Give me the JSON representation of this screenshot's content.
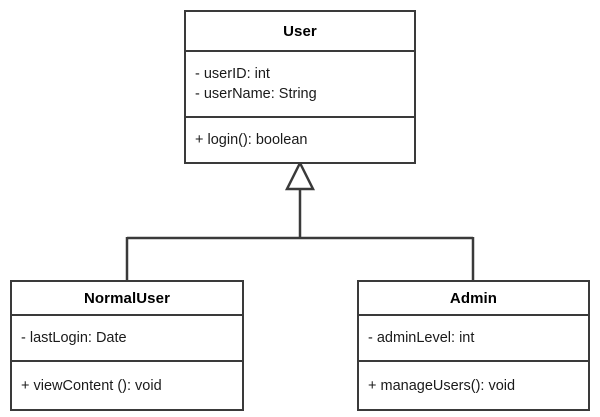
{
  "diagram": {
    "type": "uml-class-diagram",
    "background_color": "#ffffff",
    "line_color": "#3a3a3a",
    "text_color": "#000000"
  },
  "classes": {
    "user": {
      "name": "User",
      "attributes": [
        "- userID: int",
        "- userName: String"
      ],
      "operations": [
        "+ login(): boolean"
      ]
    },
    "normaluser": {
      "name": "NormalUser",
      "attributes": [
        "- lastLogin: Date"
      ],
      "operations": [
        "+ viewContent (): void"
      ]
    },
    "admin": {
      "name": "Admin",
      "attributes": [
        "- adminLevel: int"
      ],
      "operations": [
        "+ manageUsers(): void"
      ]
    }
  },
  "relationships": [
    {
      "kind": "generalization",
      "label": "",
      "from": "NormalUser",
      "to": "User",
      "arrow": "hollow-triangle"
    },
    {
      "kind": "generalization",
      "label": "",
      "from": "Admin",
      "to": "User",
      "arrow": "hollow-triangle"
    }
  ]
}
